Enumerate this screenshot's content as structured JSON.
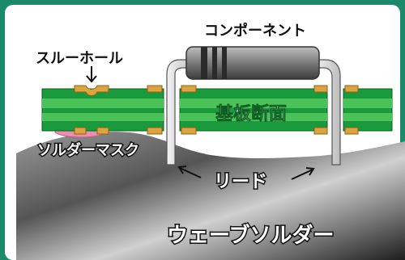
{
  "labels": {
    "through_hole": "スルーホール",
    "component": "コンポーネント",
    "board_section": "基板断面",
    "solder_mask": "ソルダーマスク",
    "lead": "リード",
    "wave_solder": "ウェーブソルダー"
  },
  "colors": {
    "frame_border": "#1a8a6a",
    "panel_bg": "#ffffff",
    "board_green_dark": "#1a9a3c",
    "board_green_light": "#4cc25a",
    "copper": "#d9a441",
    "solder_mask_pink": "#e98fb0",
    "lead_fill": "#e6e6e6",
    "component_body": "#8a8a8a",
    "wave_dark": "#222222",
    "wave_light": "#c8c8c8"
  }
}
